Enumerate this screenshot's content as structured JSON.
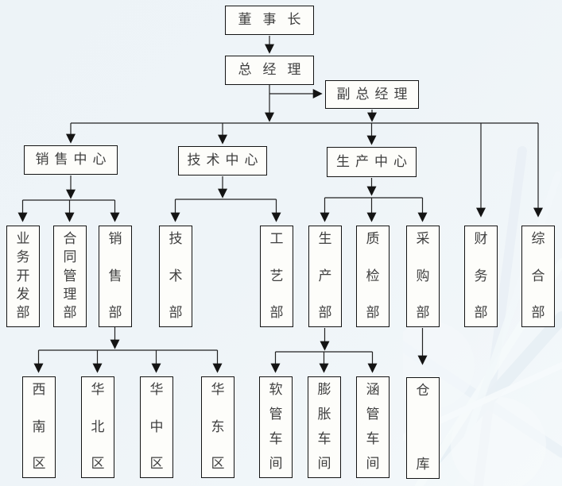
{
  "nodes": {
    "chairman": "董事长",
    "general_manager": "总经理",
    "deputy_general_manager": "副总经理",
    "sales_center": "销售中心",
    "technology_center": "技术中心",
    "production_center": "生产中心",
    "business_development_dept": "业务开发部",
    "contract_management_dept": "合同管理部",
    "sales_dept": "销售部",
    "technology_dept": "技术部",
    "process_dept": "工艺部",
    "production_dept": "生产部",
    "quality_inspection_dept": "质检部",
    "purchasing_dept": "采购部",
    "finance_dept": "财务部",
    "general_affairs_dept": "综合部",
    "southwest_region": "西南区",
    "north_china_region": "华北区",
    "central_china_region": "华中区",
    "east_china_region": "华东区",
    "hose_workshop": "软管车间",
    "expansion_workshop": "膨胀车间",
    "culvert_pipe_workshop": "涵管车间",
    "warehouse": "仓库"
  },
  "structure": {
    "chairman": [
      "general_manager"
    ],
    "general_manager": [
      "deputy_general_manager",
      "sales_center",
      "technology_center",
      "production_center",
      "finance_dept",
      "general_affairs_dept"
    ],
    "deputy_general_manager": [
      "production_center"
    ],
    "sales_center": [
      "business_development_dept",
      "contract_management_dept",
      "sales_dept"
    ],
    "technology_center": [
      "technology_dept",
      "process_dept"
    ],
    "production_center": [
      "production_dept",
      "quality_inspection_dept",
      "purchasing_dept"
    ],
    "sales_dept": [
      "southwest_region",
      "north_china_region",
      "central_china_region",
      "east_china_region"
    ],
    "production_dept": [
      "hose_workshop",
      "expansion_workshop",
      "culvert_pipe_workshop"
    ],
    "purchasing_dept": [
      "warehouse"
    ]
  },
  "colors": {
    "background": "#eef4f8",
    "box_fill": "#fdfdfa",
    "box_border": "#141414",
    "text": "#3f3f3f",
    "connector": "#222222"
  }
}
